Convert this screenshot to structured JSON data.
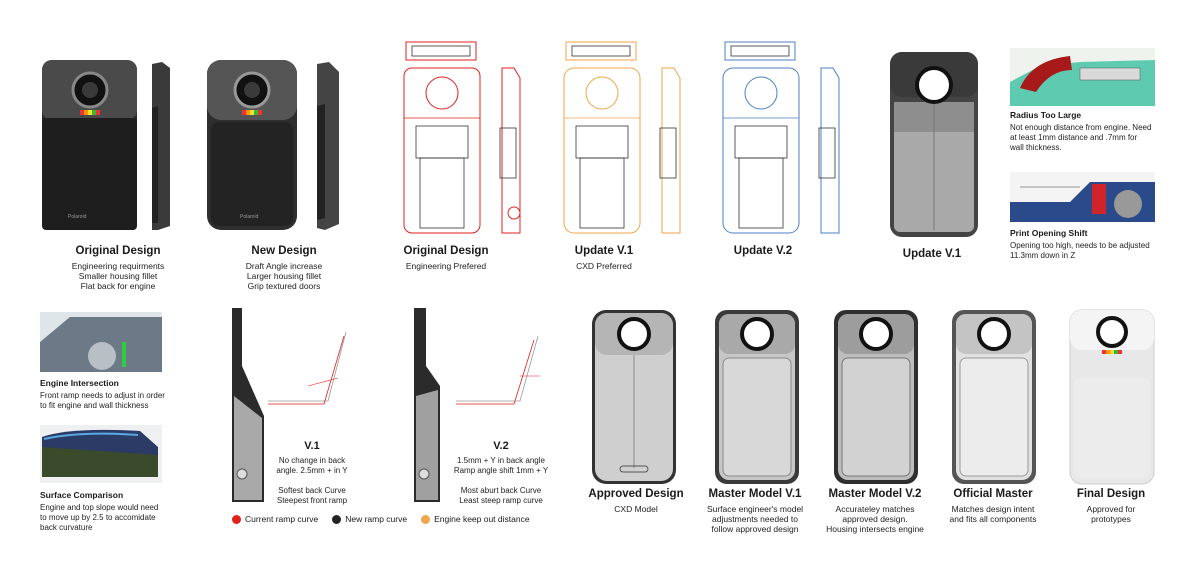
{
  "top_row": [
    {
      "title": "Original Design",
      "desc": "Engineering requirments\nSmaller housing fillet\nFlat back for engine"
    },
    {
      "title": "New Design",
      "desc": "Draft Angle increase\nLarger housing fillet\nGrip textured doors"
    },
    {
      "title": "Original Design",
      "desc": "Engineering Prefered"
    },
    {
      "title": "Update V.1",
      "desc": "CXD Preferred"
    },
    {
      "title": "Update V.2",
      "desc": ""
    },
    {
      "title": "Update V.1",
      "desc": ""
    }
  ],
  "side_notes": [
    {
      "title": "Radius Too Large",
      "desc": "Not enough distance from engine. Need\nat least 1mm distance and .7mm for\nwall thickness."
    },
    {
      "title": "Print Opening Shift",
      "desc": "Opening too high, needs to be adjusted\n11.3mm down in Z"
    },
    {
      "title": "Engine Intersection",
      "desc": "Front ramp needs to adjust in order\nto fit engine and wall thickness"
    },
    {
      "title": "Surface Comparison",
      "desc": "Engine and top slope would need\nto move up by 2.5 to accomidate\nback curvature"
    }
  ],
  "ramp_views": [
    {
      "title": "V.1",
      "desc": "No change in back\nangle. 2.5mm + in Y\n\nSoftest back Curve\nSteepest front ramp"
    },
    {
      "title": "V.2",
      "desc": "1.5mm + Y in back angle\nRamp angle  shift 1mm + Y\n\nMost aburt back Curve\nLeast steep ramp curve"
    }
  ],
  "legend": [
    {
      "label": "Current ramp curve",
      "color": "#e0201c"
    },
    {
      "label": "New ramp curve",
      "color": "#222222"
    },
    {
      "label": "Engine keep out distance",
      "color": "#f0a64a"
    }
  ],
  "bottom_row": [
    {
      "title": "Approved Design",
      "desc": "CXD Model"
    },
    {
      "title": "Master Model V.1",
      "desc": "Surface engineer's model\nadjustments needed to\nfollow approved design"
    },
    {
      "title": "Master Model V.2",
      "desc": "Accurateley matches\napproved design.\nHousing intersects engine"
    },
    {
      "title": "Official Master",
      "desc": "Matches design intent\nand fits all components"
    },
    {
      "title": "Final Design",
      "desc": "Approved for\nprototypes"
    }
  ],
  "brand_text": "Polaroid",
  "colors": {
    "red": "#e0201c",
    "orange": "#f0a64a",
    "blue": "#4a7fc4",
    "dark": "#2b2b2b",
    "teal": "#5ecbb0"
  }
}
